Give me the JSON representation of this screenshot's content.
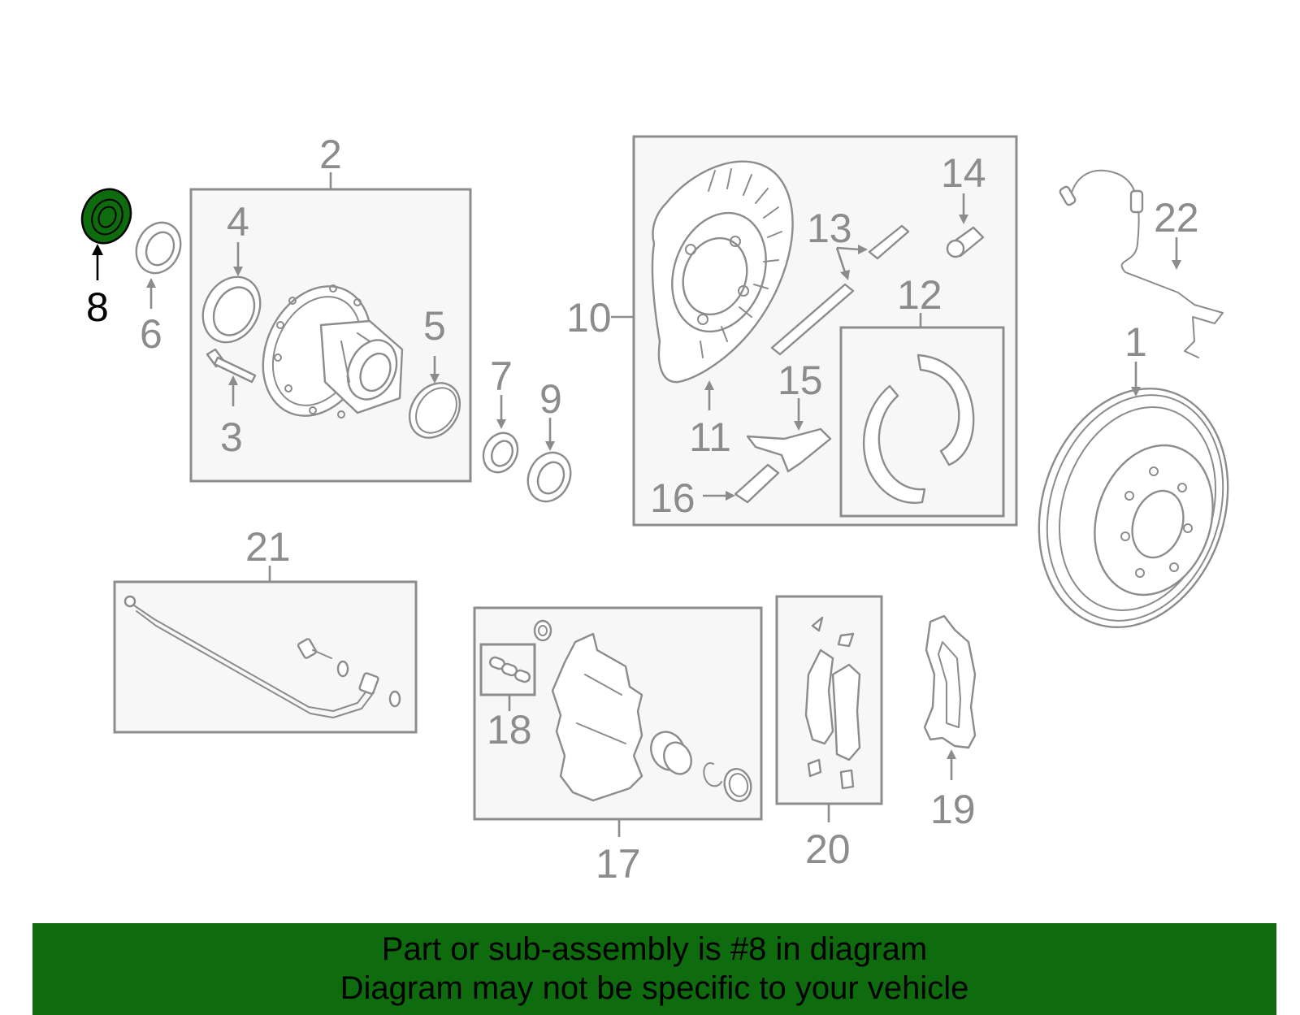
{
  "diagram": {
    "highlighted_part": "8",
    "highlight_color": "#0e6b0e",
    "line_color": "#8c8c8c",
    "callouts": {
      "c1": "1",
      "c2": "2",
      "c3": "3",
      "c4": "4",
      "c5": "5",
      "c6": "6",
      "c7": "7",
      "c8": "8",
      "c9": "9",
      "c10": "10",
      "c11": "11",
      "c12": "12",
      "c13": "13",
      "c14": "14",
      "c15": "15",
      "c16": "16",
      "c17": "17",
      "c18": "18",
      "c19": "19",
      "c20": "20",
      "c21": "21",
      "c22": "22"
    }
  },
  "banner": {
    "line1": "Part or sub-assembly is #8 in diagram",
    "line2": "Diagram may not be specific to your vehicle",
    "background": "#0e6b0e"
  }
}
